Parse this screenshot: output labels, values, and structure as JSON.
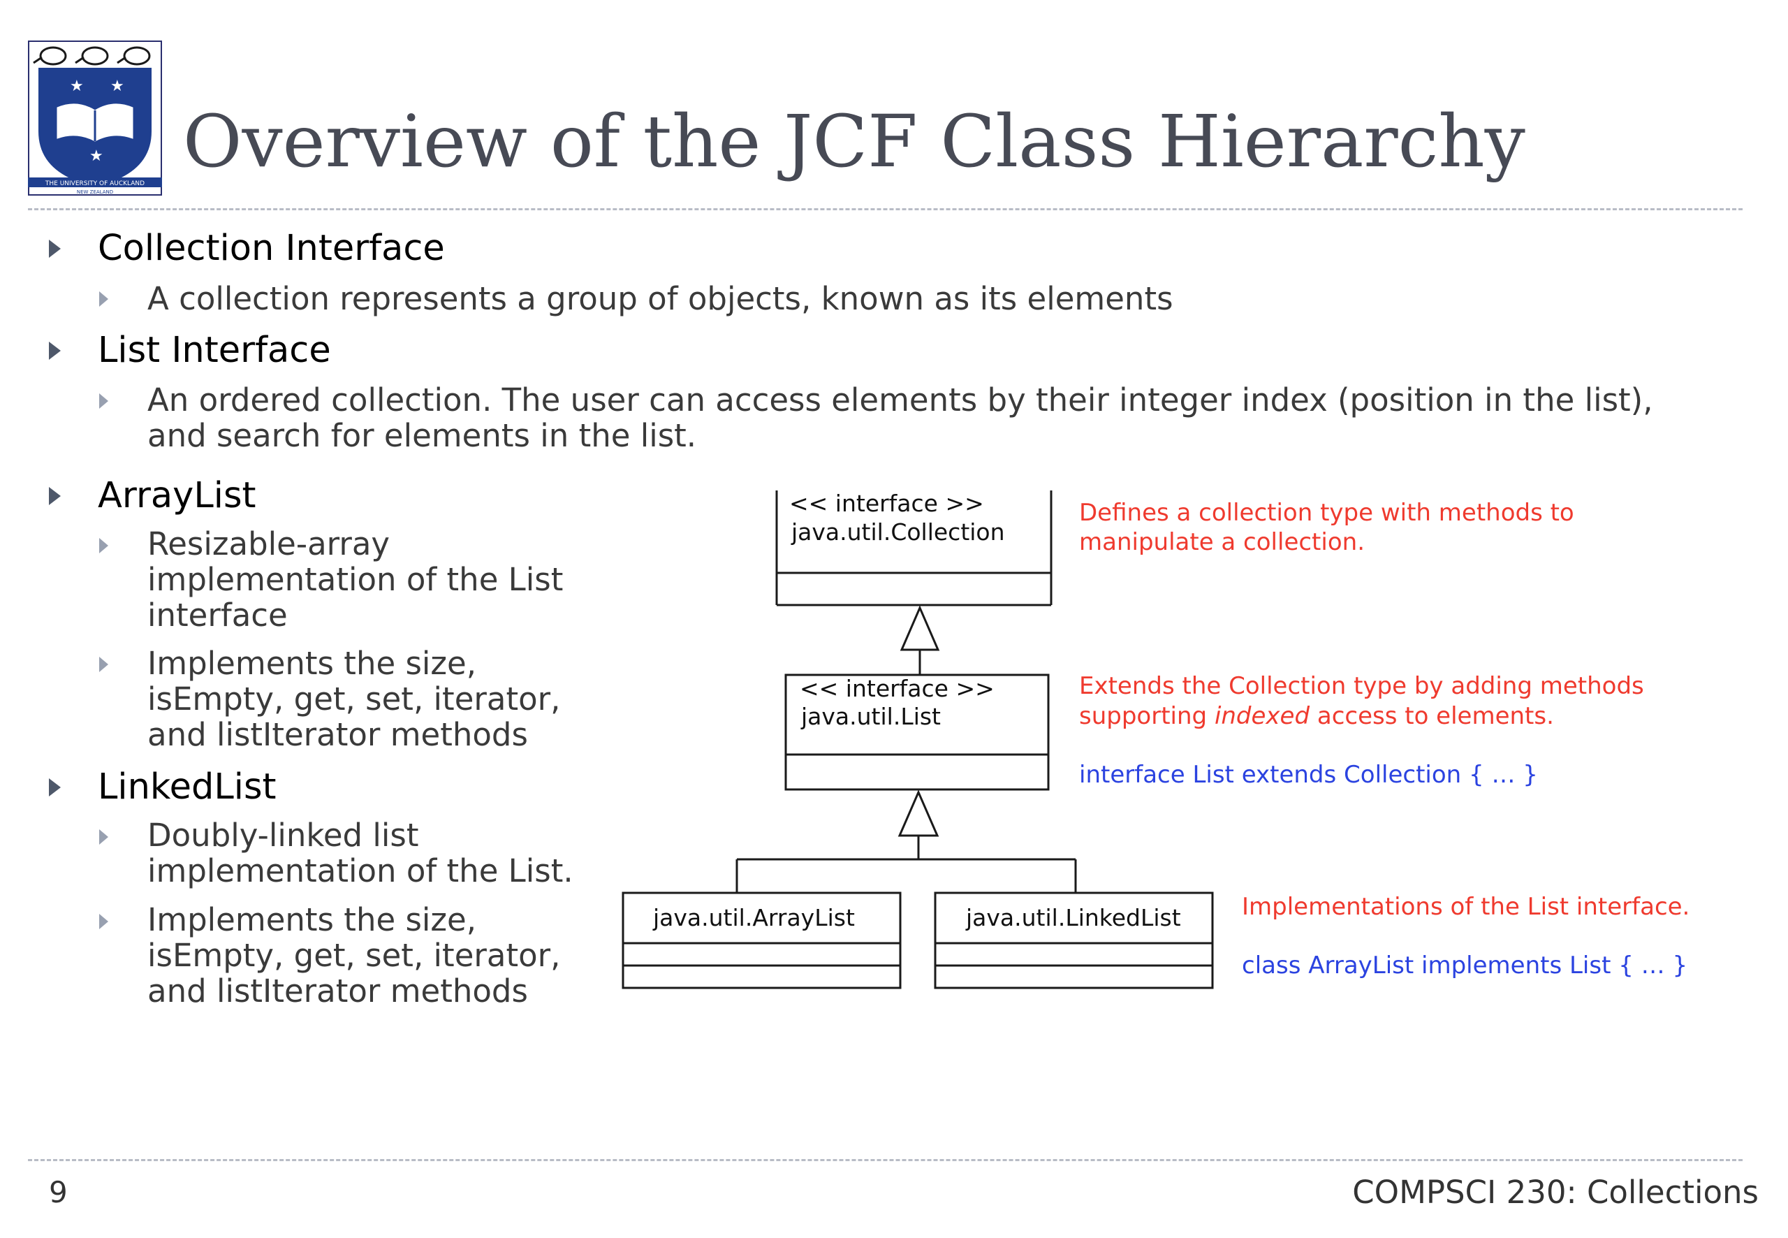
{
  "logo": {
    "label": "THE UNIVERSITY OF AUCKLAND",
    "sublabel": "NEW ZEALAND",
    "icon": "university-crest-icon"
  },
  "slide": {
    "title": "Overview of the JCF Class Hierarchy"
  },
  "bullets": {
    "collection": {
      "heading": "Collection Interface",
      "items": [
        "A collection represents a group of objects, known as its elements"
      ]
    },
    "list": {
      "heading": "List Interface",
      "items": [
        "An ordered collection. The user can access elements by their integer index (position in the list), and search for elements in the list."
      ]
    },
    "arraylist": {
      "heading": "ArrayList",
      "items": [
        "Resizable-array implementation of the List interface",
        "Implements the size, isEmpty, get, set, iterator, and listIterator methods"
      ]
    },
    "linkedlist": {
      "heading": "LinkedList",
      "items": [
        "Doubly-linked list implementation of the List.",
        "Implements the size, isEmpty, get, set, iterator, and listIterator methods"
      ]
    }
  },
  "diagram": {
    "collection_box": {
      "stereotype": "<< interface >>",
      "name": "java.util.Collection"
    },
    "list_box": {
      "stereotype": "<< interface >>",
      "name": "java.util.List"
    },
    "arraylist_box": {
      "name": "java.util.ArrayList"
    },
    "linkedlist_box": {
      "name": "java.util.LinkedList"
    },
    "notes": {
      "collection_line1": "Defines  a collection type with methods to",
      "collection_line2": "manipulate a collection.",
      "list_line1": "Extends the Collection type by adding methods",
      "list_line2_a": "supporting ",
      "list_line2_b": "indexed",
      "list_line2_c": "  access to elements.",
      "list_code": "interface List extends Collection { … }",
      "impl_line": "Implementations of the List interface.",
      "impl_code": "class ArrayList implements List { … }"
    },
    "colors": {
      "note_red": "#ef3a2e",
      "note_blue": "#2b43e0"
    }
  },
  "footer": {
    "page_number": "9",
    "course": "COMPSCI 230: Collections"
  }
}
